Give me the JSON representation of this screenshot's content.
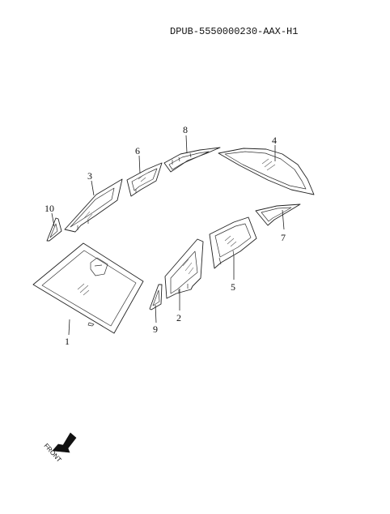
{
  "header": {
    "doc_code": "DPUB-5550000230-AAX-H1"
  },
  "callouts": [
    {
      "id": "1",
      "label": "1"
    },
    {
      "id": "2",
      "label": "2"
    },
    {
      "id": "3",
      "label": "3"
    },
    {
      "id": "4",
      "label": "4"
    },
    {
      "id": "5",
      "label": "5"
    },
    {
      "id": "6",
      "label": "6"
    },
    {
      "id": "7",
      "label": "7"
    },
    {
      "id": "8",
      "label": "8"
    },
    {
      "id": "9",
      "label": "9"
    },
    {
      "id": "10",
      "label": "10"
    }
  ],
  "direction_marker": {
    "text": "FRONT",
    "icon": "arrow-icon"
  },
  "colors": {
    "line": "#222222",
    "background": "#ffffff"
  }
}
